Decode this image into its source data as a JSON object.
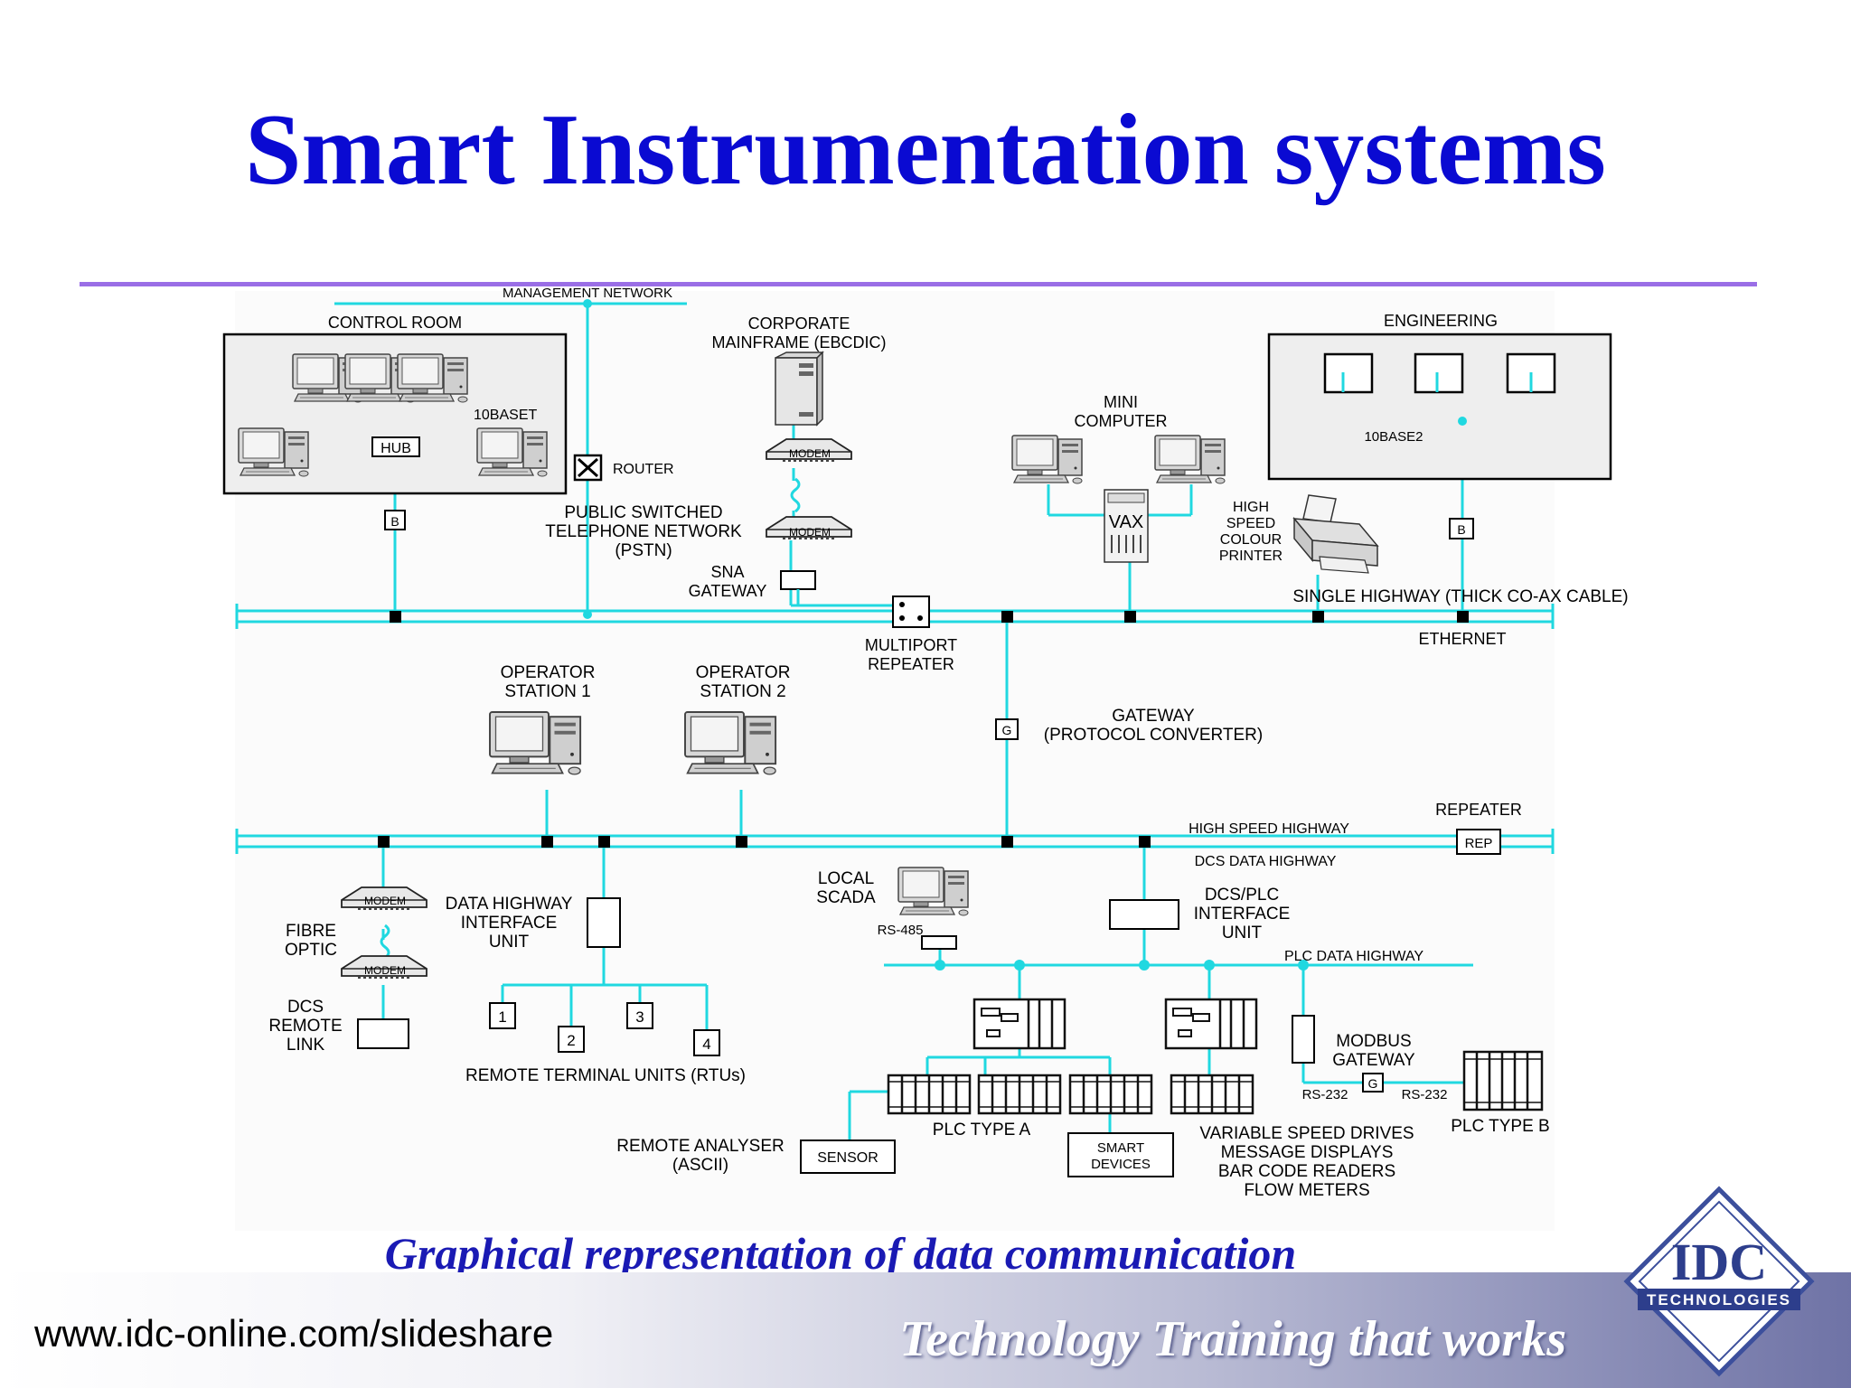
{
  "slide": {
    "title": "Smart Instrumentation systems",
    "caption": "Graphical representation of data communication",
    "footer_url": "www.idc-online.com/slideshare",
    "tagline": "Technology Training that works",
    "logo": {
      "text": "IDC",
      "subtext": "TECHNOLOGIES"
    }
  },
  "diagram": {
    "management_network": "MANAGEMENT NETWORK",
    "control_room": {
      "title": "CONTROL ROOM",
      "lan": "10BASET",
      "hub": "HUB",
      "bridge": "B"
    },
    "router": "ROUTER",
    "pstn": [
      "PUBLIC SWITCHED",
      "TELEPHONE NETWORK",
      "(PSTN)"
    ],
    "mainframe": [
      "CORPORATE",
      "MAINFRAME (EBCDIC)"
    ],
    "modem": "MODEM",
    "sna_gateway": [
      "SNA",
      "GATEWAY"
    ],
    "minicomputer": [
      "MINI",
      "COMPUTER"
    ],
    "vax": "VAX",
    "printer": [
      "HIGH",
      "SPEED",
      "COLOUR",
      "PRINTER"
    ],
    "engineering": {
      "title": "ENGINEERING",
      "lan": "10BASE2",
      "bridge": "B"
    },
    "single_highway": "SINGLE HIGHWAY (THICK CO-AX CABLE)",
    "ethernet": "ETHERNET",
    "multiport_repeater": [
      "MULTIPORT",
      "REPEATER"
    ],
    "operator_station_1": [
      "OPERATOR",
      "STATION 1"
    ],
    "operator_station_2": [
      "OPERATOR",
      "STATION 2"
    ],
    "gateway": {
      "mark": "G",
      "label": [
        "GATEWAY",
        "(PROTOCOL CONVERTER)"
      ]
    },
    "repeater": {
      "title": "REPEATER",
      "box": "REP"
    },
    "high_speed_highway": "HIGH SPEED HIGHWAY",
    "dcs_data_highway": "DCS DATA HIGHWAY",
    "fibre_optic": [
      "FIBRE",
      "OPTIC"
    ],
    "dcs_remote_link": [
      "DCS",
      "REMOTE",
      "LINK"
    ],
    "data_highway_interface": [
      "DATA HIGHWAY",
      "INTERFACE",
      "UNIT"
    ],
    "rtus": {
      "numbers": [
        "1",
        "2",
        "3",
        "4"
      ],
      "label": "REMOTE TERMINAL UNITS (RTUs)"
    },
    "local_scada": [
      "LOCAL",
      "SCADA"
    ],
    "rs485": "RS-485",
    "dcs_plc_interface": [
      "DCS/PLC",
      "INTERFACE",
      "UNIT"
    ],
    "plc_data_highway": "PLC DATA HIGHWAY",
    "modbus_gateway": [
      "MODBUS",
      "GATEWAY"
    ],
    "modbus_g": "G",
    "rs232": "RS-232",
    "plc_type_a": "PLC TYPE A",
    "plc_type_b": "PLC TYPE B",
    "remote_analyser": [
      "REMOTE ANALYSER",
      "(ASCII)"
    ],
    "sensor": "SENSOR",
    "smart_devices": [
      "SMART",
      "DEVICES"
    ],
    "field_devices": [
      "VARIABLE SPEED DRIVES",
      "MESSAGE DISPLAYS",
      "BAR CODE READERS",
      "FLOW METERS"
    ]
  }
}
